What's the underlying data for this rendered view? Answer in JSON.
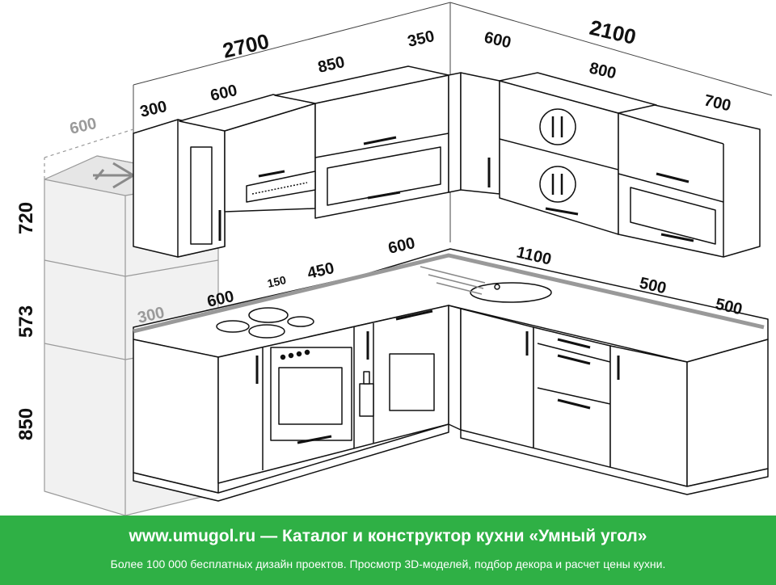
{
  "dimensions": {
    "wall_left_total": "2700",
    "wall_right_total": "2100",
    "upper_300": "300",
    "upper_600": "600",
    "upper_850": "850",
    "upper_350": "350",
    "upper_right_600": "600",
    "upper_800": "800",
    "upper_700": "700",
    "fridge_depth": "600",
    "height_upper": "720",
    "height_gap": "573",
    "height_base": "850",
    "base_300": "300",
    "base_600": "600",
    "base_150": "150",
    "base_450": "450",
    "base_corner_600": "600",
    "base_1100": "1100",
    "base_500a": "500",
    "base_500b": "500"
  },
  "footer": {
    "site": "www.umugol.ru",
    "dash": "—",
    "title": "Каталог и конструктор кухни «Умный угол»",
    "subtitle": "Более 100 000 бесплатных дизайн проектов. Просмотр 3D-моделей, подбор декора и расчет цены кухни."
  },
  "colors": {
    "footer_bg": "#2fb045",
    "line": "#111111",
    "ghost": "#9a9a9a"
  }
}
